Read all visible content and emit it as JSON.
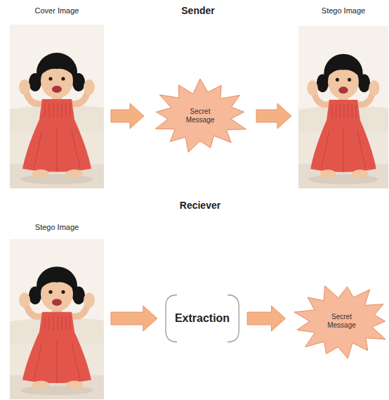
{
  "diagram": {
    "nodes": [
      {
        "text": [
          "Cover Image"
        ]
      },
      {
        "text": [
          "Secret Message"
        ]
      },
      {
        "text": [
          "Stego Image"
        ]
      },
      {
        "text": [
          "Stego Image"
        ]
      },
      {
        "text": [
          "Extraction"
        ]
      },
      {
        "text": [
          "Secret Message"
        ]
      }
    ],
    "edges": [
      {
        "from": 0,
        "to": 1,
        "arrow": "to"
      },
      {
        "from": 1,
        "to": 2,
        "arrow": "to"
      },
      {
        "from": 3,
        "to": 4,
        "arrow": "to"
      },
      {
        "from": 4,
        "to": 5,
        "arrow": "to"
      }
    ],
    "labels": [
      "Sender",
      "Reciever"
    ]
  }
}
